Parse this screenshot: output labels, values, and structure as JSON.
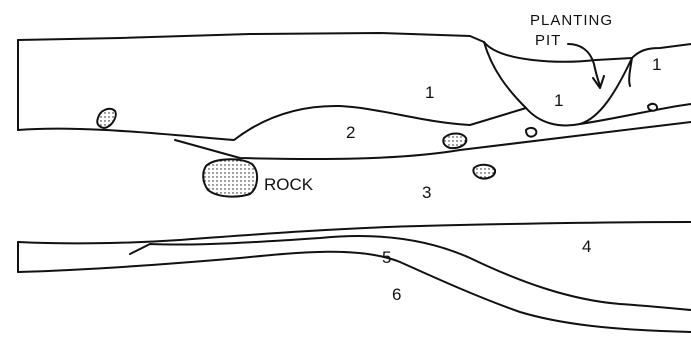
{
  "labels": {
    "planting_line1": "PLANTING",
    "planting_line2": "PIT",
    "rock": "ROCK"
  },
  "layers": [
    {
      "id": "layer-1-left",
      "text": "1"
    },
    {
      "id": "layer-1-pit",
      "text": "1"
    },
    {
      "id": "layer-1-right",
      "text": "1"
    },
    {
      "id": "layer-2",
      "text": "2"
    },
    {
      "id": "layer-3",
      "text": "3"
    },
    {
      "id": "layer-4",
      "text": "4"
    },
    {
      "id": "layer-5",
      "text": "5"
    },
    {
      "id": "layer-6",
      "text": "6"
    }
  ],
  "colors": {
    "ink": "#111111",
    "paper": "#ffffff"
  }
}
